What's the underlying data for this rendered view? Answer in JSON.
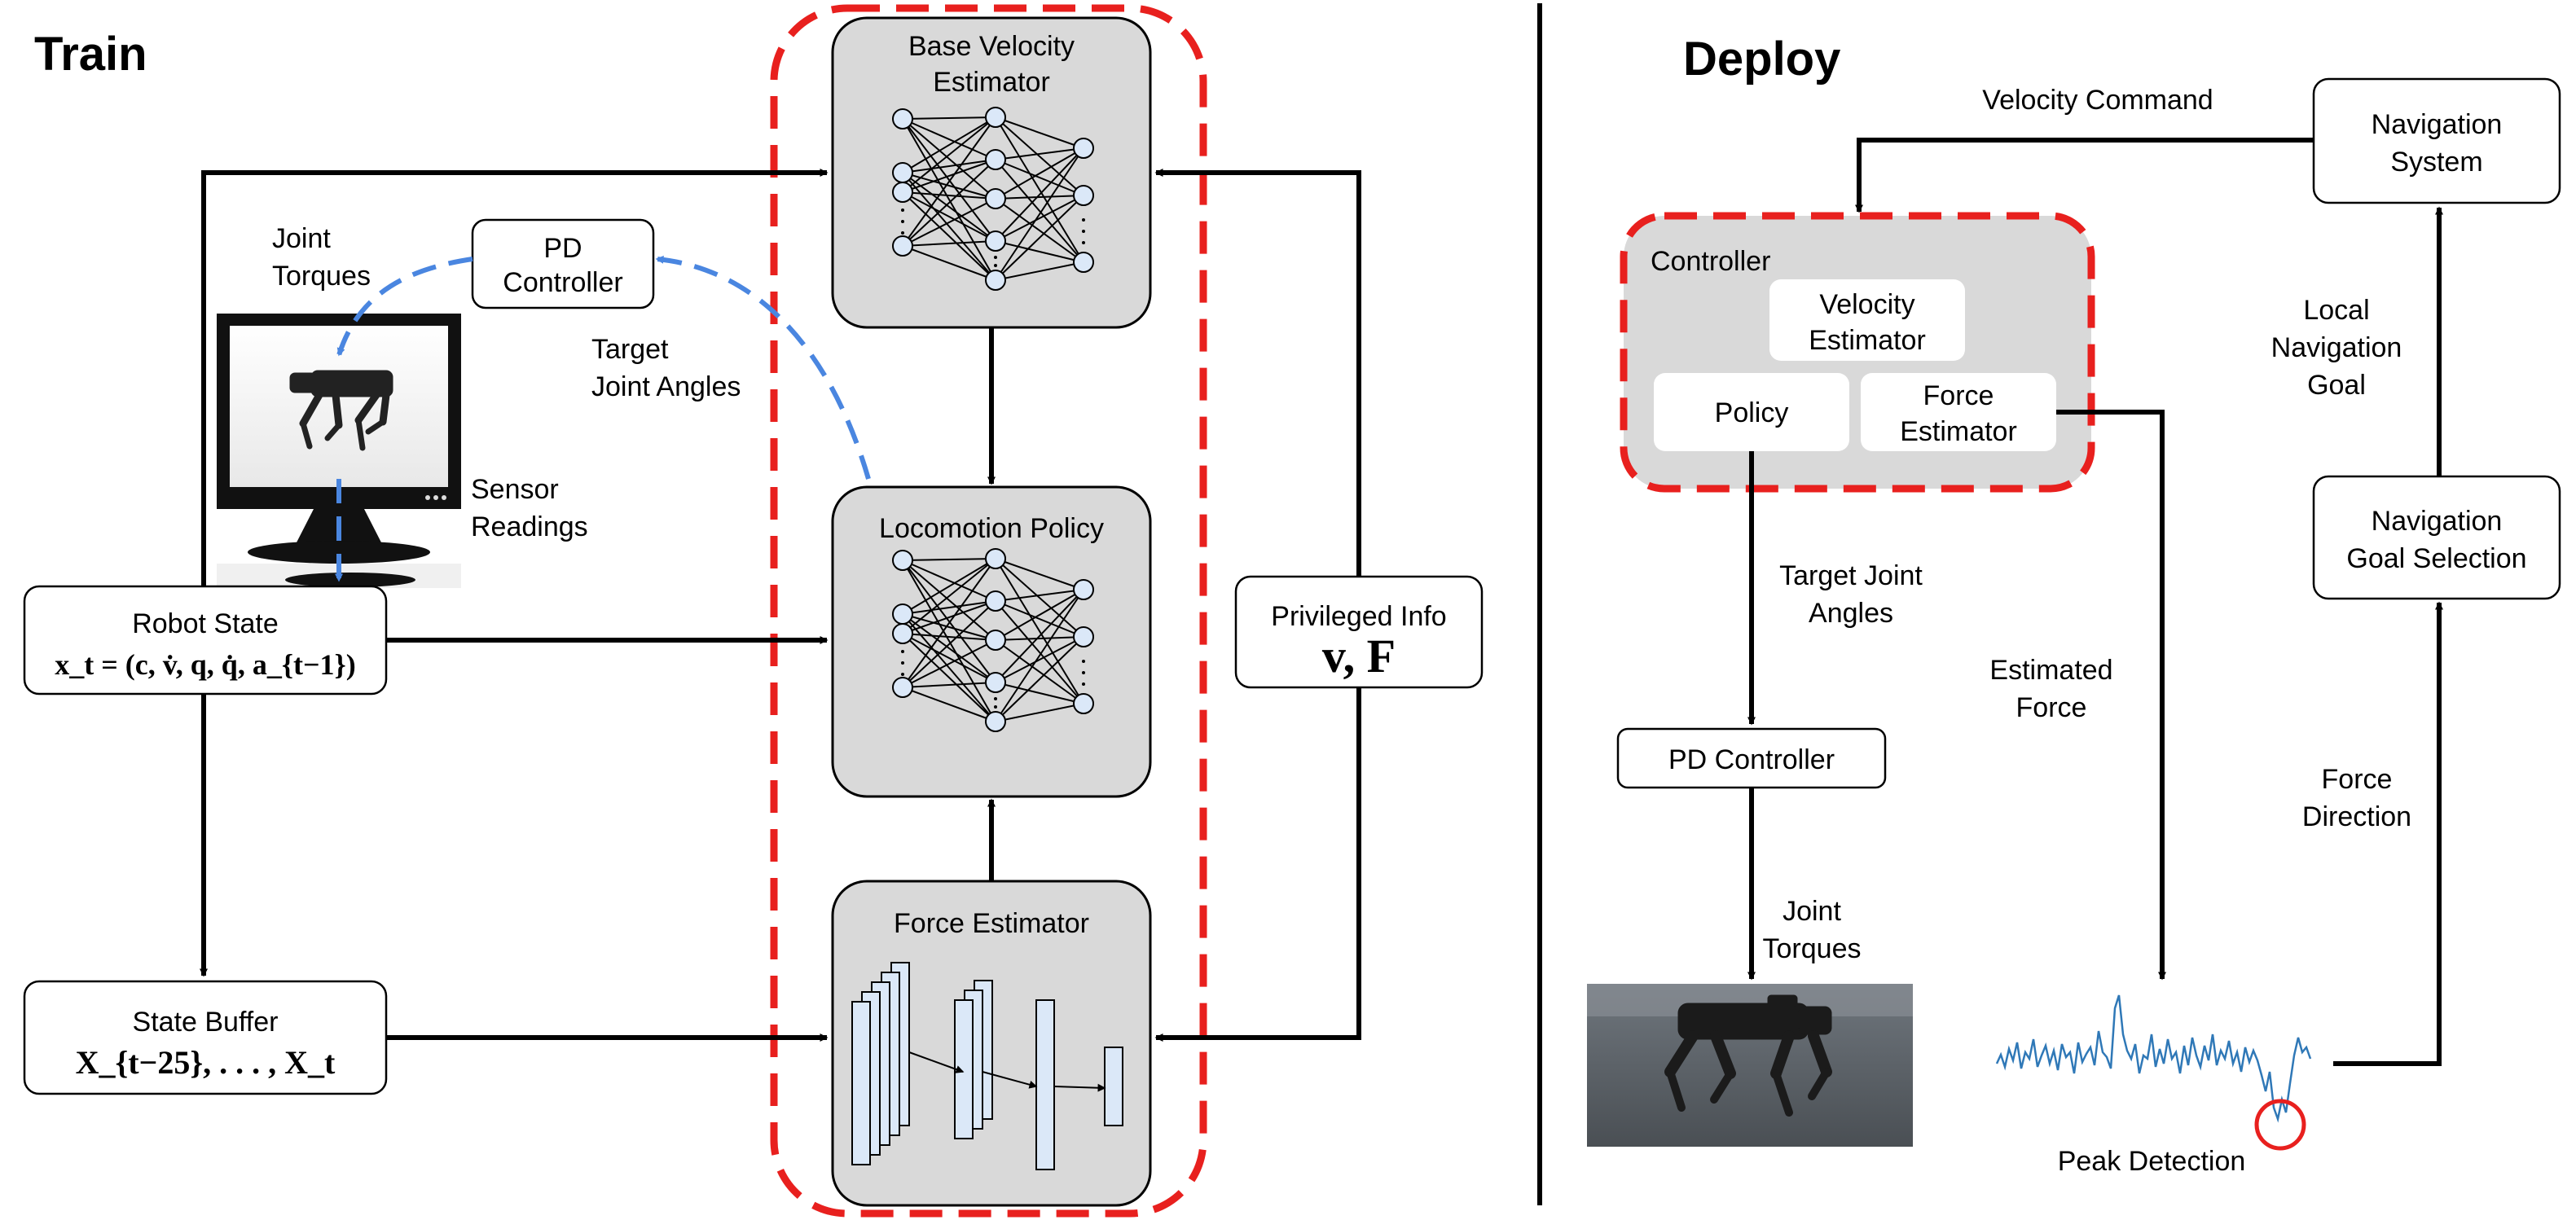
{
  "train": {
    "title": "Train",
    "base_velocity_estimator": {
      "line1": "Base Velocity",
      "line2": "Estimator"
    },
    "locomotion_policy": "Locomotion Policy",
    "force_estimator": "Force Estimator",
    "pd_controller": {
      "line1": "PD",
      "line2": "Controller"
    },
    "joint_torques": {
      "line1": "Joint",
      "line2": "Torques"
    },
    "target_joint_angles": {
      "line1": "Target",
      "line2": "Joint Angles"
    },
    "sensor_readings": {
      "line1": "Sensor",
      "line2": "Readings"
    },
    "robot_state": {
      "title": "Robot State",
      "formula": "x_t = (c, v̇, q, q̇, a_{t−1})"
    },
    "state_buffer": {
      "title": "State Buffer",
      "formula": "X_{t−25}, . . . , X_t"
    },
    "privileged_info": {
      "title": "Privileged Info",
      "formula": "v, F"
    }
  },
  "deploy": {
    "title": "Deploy",
    "velocity_command": "Velocity Command",
    "navigation_system": {
      "line1": "Navigation",
      "line2": "System"
    },
    "controller": "Controller",
    "velocity_estimator": {
      "line1": "Velocity",
      "line2": "Estimator"
    },
    "policy": "Policy",
    "force_estimator": {
      "line1": "Force",
      "line2": "Estimator"
    },
    "local_navigation_goal": {
      "line1": "Local",
      "line2": "Navigation",
      "line3": "Goal"
    },
    "navigation_goal_selection": {
      "line1": "Navigation",
      "line2": "Goal Selection"
    },
    "target_joint_angles": {
      "line1": "Target Joint",
      "line2": "Angles"
    },
    "estimated_force": {
      "line1": "Estimated",
      "line2": "Force"
    },
    "pd_controller": "PD Controller",
    "joint_torques": {
      "line1": "Joint",
      "line2": "Torques"
    },
    "force_direction": {
      "line1": "Force",
      "line2": "Direction"
    },
    "peak_detection": "Peak Detection"
  },
  "colors": {
    "accent_red": "#e8201e",
    "arrow_blue": "#4a86e0",
    "module_gray": "#d9d9d9",
    "neuron_fill": "#dbe8f8",
    "signal_blue": "#2f78b7"
  }
}
